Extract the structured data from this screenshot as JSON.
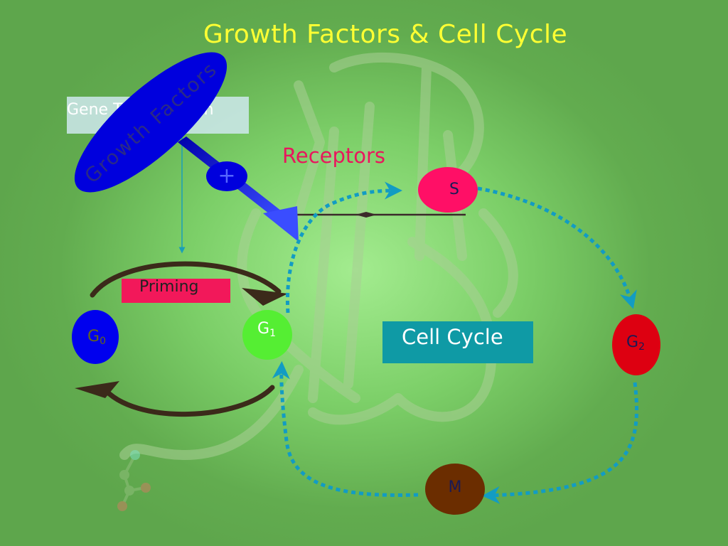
{
  "title": "Growth Factors & Cell Cycle",
  "labels": {
    "gene_transcription": "Gene Transcription",
    "growth_factors": "Growth Factors",
    "receptors": "Receptors",
    "priming": "Priming",
    "cell_cycle": "Cell Cycle",
    "plus": "+"
  },
  "phases": {
    "g0": {
      "label": "G",
      "sub": "0",
      "color": "#0000ee"
    },
    "g1": {
      "label": "G",
      "sub": "1",
      "color": "#55ee33"
    },
    "s": {
      "label": "S",
      "color": "#ff0f66"
    },
    "g2": {
      "label": "G",
      "sub": "2",
      "color": "#dd0011"
    },
    "m": {
      "label": "M",
      "color": "#6b2d00"
    }
  },
  "colors": {
    "title": "#ffff33",
    "cycle_arrow": "#129cc3",
    "receptor_label": "#e8175d",
    "growth_factor": "#0000dd"
  }
}
